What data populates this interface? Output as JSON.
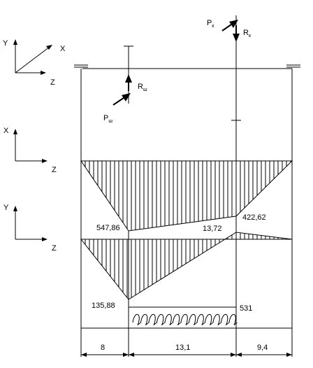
{
  "axes": {
    "top": {
      "y": "Y",
      "x": "X",
      "z": "Z"
    },
    "horizontal_plane": {
      "x": "X",
      "z": "Z"
    },
    "vertical_plane": {
      "y": "Y",
      "z": "Z"
    }
  },
  "forces": {
    "p_w": {
      "main": "P",
      "sub": "ш"
    },
    "r_w": {
      "main": "R",
      "sub": "ш"
    },
    "p_k": {
      "main": "P",
      "sub": "к"
    },
    "r_k": {
      "main": "R",
      "sub": "к"
    }
  },
  "moments_x": {
    "left": "547,86",
    "right": "422,62"
  },
  "moments_y": {
    "left": "135,88",
    "right": "13,72"
  },
  "torque": {
    "value": "531"
  },
  "dimensions": [
    "8",
    "13,1",
    "9,4"
  ]
}
